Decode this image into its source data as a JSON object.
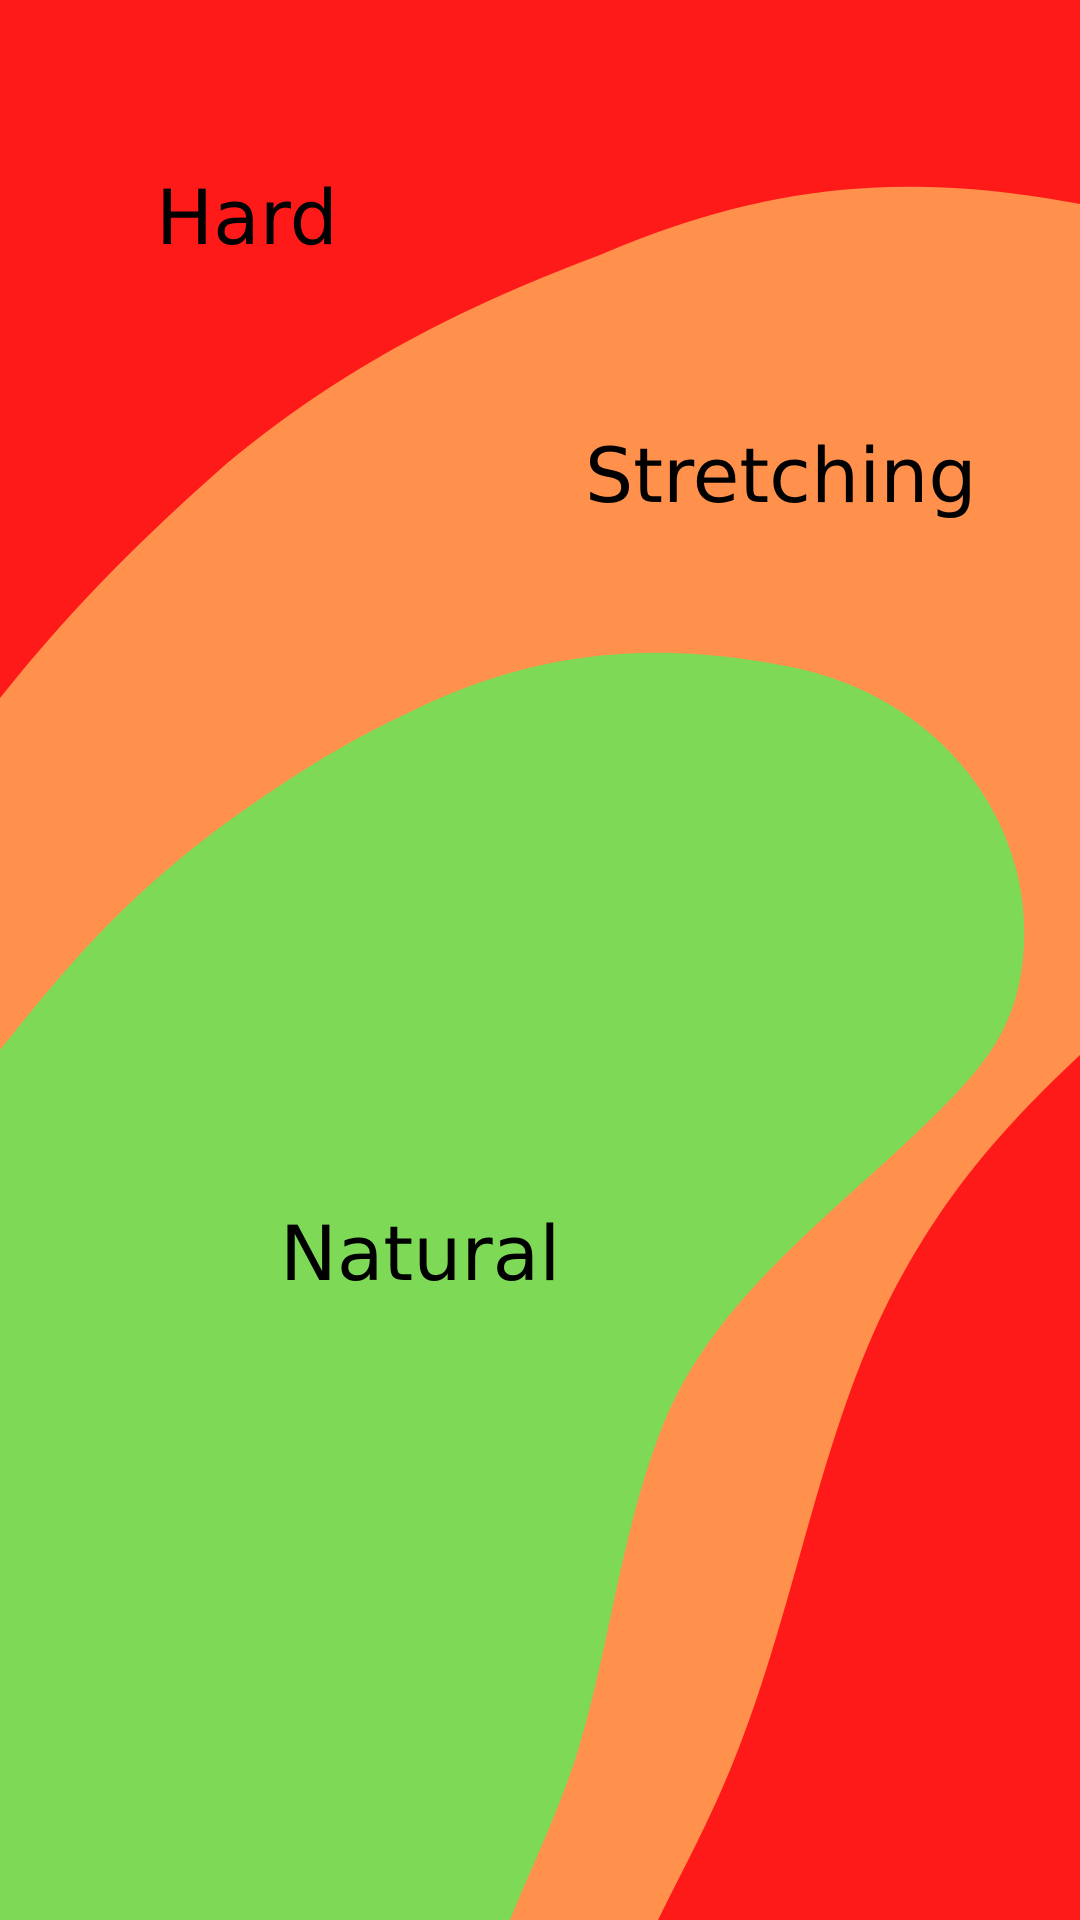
{
  "zones": {
    "hard": {
      "label": "Hard",
      "color": "#ff1a1a"
    },
    "stretching": {
      "label": "Stretching",
      "color": "#ff914d"
    },
    "natural": {
      "label": "Natural",
      "color": "#7ed957"
    }
  }
}
